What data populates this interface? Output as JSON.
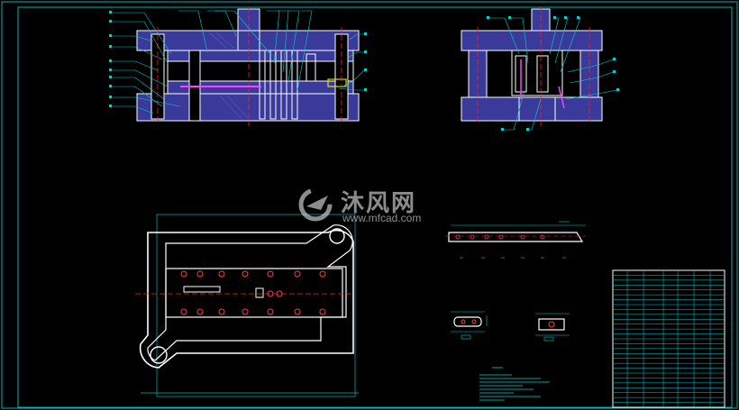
{
  "colors": {
    "background": "#000000",
    "frame": "#00b4b4",
    "outline": "#ffffff",
    "fill": "#3a3a9a",
    "centerline": "#ff2020",
    "leader": "#00d0d0",
    "hatch": "#ff40ff",
    "yellow": "#ffff00"
  },
  "watermark": {
    "logo_name": "mfcad-logo",
    "title": "沐风网",
    "url": "www.mfcad.com"
  },
  "views": {
    "front_section": "front-section-view",
    "side_section": "side-section-view",
    "plan": "plan-view",
    "strip_layout": "strip-layout",
    "part_a": "part-detail-a",
    "part_b": "part-detail-b"
  },
  "title_block": {
    "name": "bill-of-materials",
    "rows": 28,
    "columns": 6
  }
}
